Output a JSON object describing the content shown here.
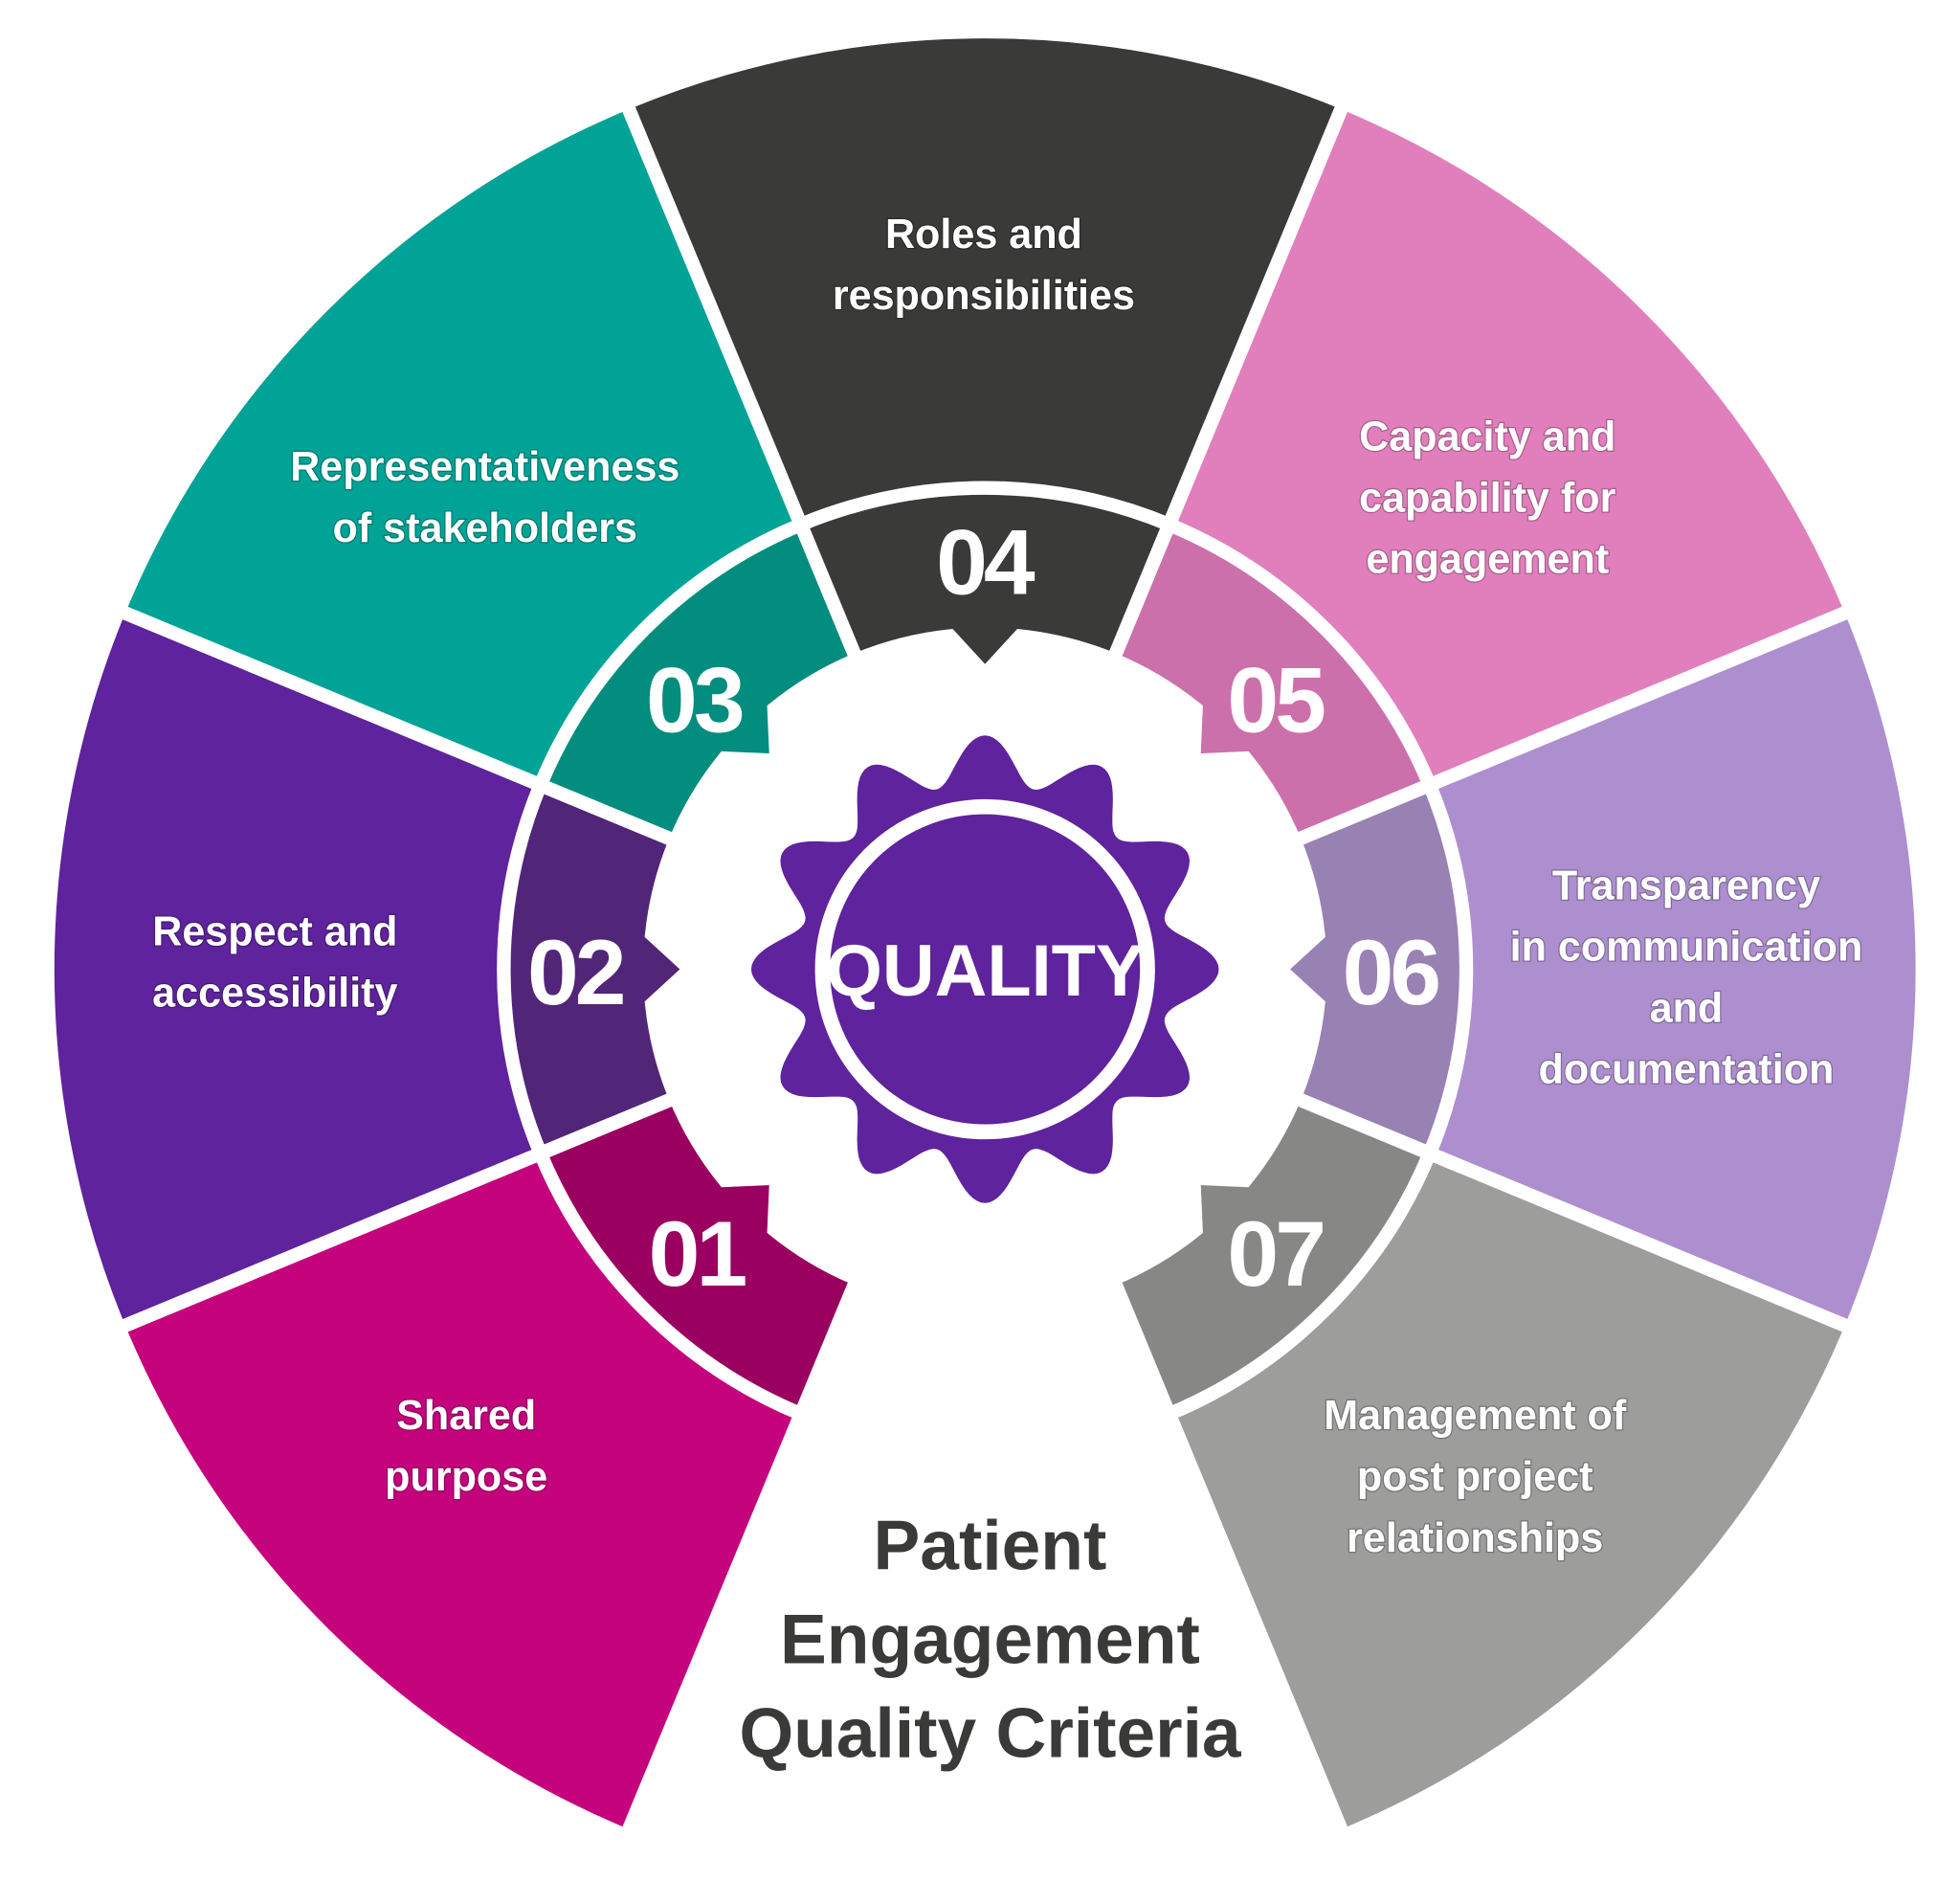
{
  "title": [
    "Patient",
    "Engagement",
    "Quality Criteria"
  ],
  "center_label": "QUALITY",
  "center_color": "#5e239d",
  "segments": [
    {
      "number": "01",
      "label": [
        "Shared",
        "purpose"
      ],
      "color": "#c5037d",
      "ring_color": "#9a0060"
    },
    {
      "number": "02",
      "label": [
        "Respect and",
        "accessibility"
      ],
      "color": "#5e239d",
      "ring_color": "#512577"
    },
    {
      "number": "03",
      "label": [
        "Representativeness",
        "of stakeholders"
      ],
      "color": "#00a396",
      "ring_color": "#038d7e"
    },
    {
      "number": "04",
      "label": [
        "Roles and",
        "responsibilities"
      ],
      "color": "#3a3a38",
      "ring_color": "#3a3a38"
    },
    {
      "number": "05",
      "label": [
        "Capacity and",
        "capability for",
        "engagement"
      ],
      "color": "#e07fbc",
      "ring_color": "#cc70ab"
    },
    {
      "number": "06",
      "label": [
        "Transparency",
        "in communication",
        "and",
        "documentation"
      ],
      "color": "#ad8fcf",
      "ring_color": "#9881b3"
    },
    {
      "number": "07",
      "label": [
        "Management of",
        "post project",
        "relationships"
      ],
      "color": "#9d9d9c",
      "ring_color": "#878886"
    }
  ]
}
